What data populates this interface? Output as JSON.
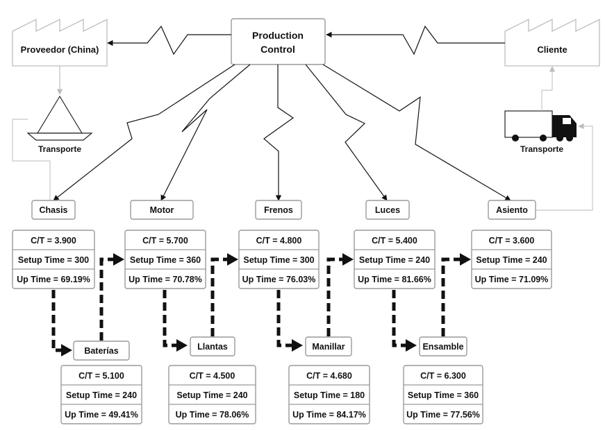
{
  "production_control": {
    "line1": "Production",
    "line2": "Control"
  },
  "supplier": {
    "label": "Proveedor (China)"
  },
  "customer": {
    "label": "Cliente"
  },
  "transport_in": {
    "label": "Transporte"
  },
  "transport_out": {
    "label": "Transporte"
  },
  "processes": [
    {
      "name": "Chasis",
      "ct": "C/T =  3.900",
      "setup": "Setup Time = 300",
      "uptime": "Up Time = 69.19%"
    },
    {
      "name": "Motor",
      "ct": "C/T =  5.700",
      "setup": "Setup Time = 360",
      "uptime": "Up Time = 70.78%"
    },
    {
      "name": "Frenos",
      "ct": "C/T =  4.800",
      "setup": "Setup Time = 300",
      "uptime": "Up Time = 76.03%"
    },
    {
      "name": "Luces",
      "ct": "C/T =  5.400",
      "setup": "Setup Time = 240",
      "uptime": "Up Time = 81.66%"
    },
    {
      "name": "Asiento",
      "ct": "C/T =  3.600",
      "setup": "Setup Time = 240",
      "uptime": "Up Time = 71.09%"
    }
  ],
  "subprocesses": [
    {
      "name": "Baterías",
      "ct": "C/T =  5.100",
      "setup": "Setup Time = 240",
      "uptime": "Up Time = 49.41%"
    },
    {
      "name": "Llantas",
      "ct": "C/T =  4.500",
      "setup": "Setup Time = 240",
      "uptime": "Up Time = 78.06%"
    },
    {
      "name": "Manillar",
      "ct": "C/T =  4.680",
      "setup": "Setup Time = 180",
      "uptime": "Up Time = 84.17%"
    },
    {
      "name": "Ensamble",
      "ct": "C/T =  6.300",
      "setup": "Setup Time = 360",
      "uptime": "Up Time = 77.56%"
    }
  ]
}
